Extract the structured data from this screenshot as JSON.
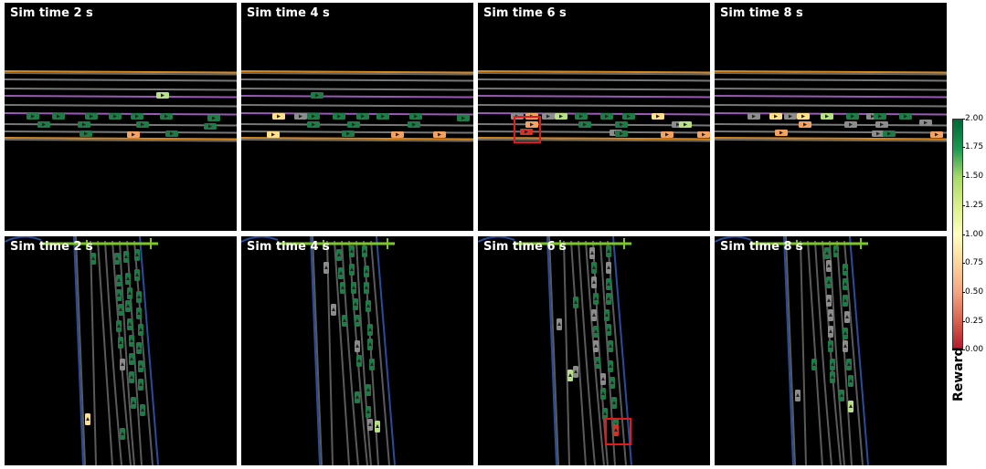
{
  "panels": [
    {
      "title": "Sim time 2 s",
      "scene": "highway"
    },
    {
      "title": "Sim time 4 s",
      "scene": "highway"
    },
    {
      "title": "Sim time 6 s",
      "scene": "highway"
    },
    {
      "title": "Sim time 8 s",
      "scene": "highway"
    },
    {
      "title": "Sim time 2 s",
      "scene": "intersection"
    },
    {
      "title": "Sim time 4 s",
      "scene": "intersection"
    },
    {
      "title": "Sim time 6 s",
      "scene": "intersection"
    },
    {
      "title": "Sim time 8 s",
      "scene": "intersection"
    }
  ],
  "colorbar": {
    "label": "Reward",
    "ticks": [
      "2.00",
      "1.75",
      "1.50",
      "1.25",
      "1.00",
      "0.75",
      "0.50",
      "0.25",
      "0.00"
    ],
    "range": [
      0.0,
      2.0
    ]
  },
  "colors": {
    "background": "#000000",
    "lane_edge": "#d9871a",
    "lane_divider": "#777777",
    "lane_purple": "#9b59b6",
    "road_boundary": "#2a4d9b",
    "crosswalk": "#7cc62a",
    "highlight_box": "#e31a1c",
    "inactive_vehicle": "#888888"
  }
}
